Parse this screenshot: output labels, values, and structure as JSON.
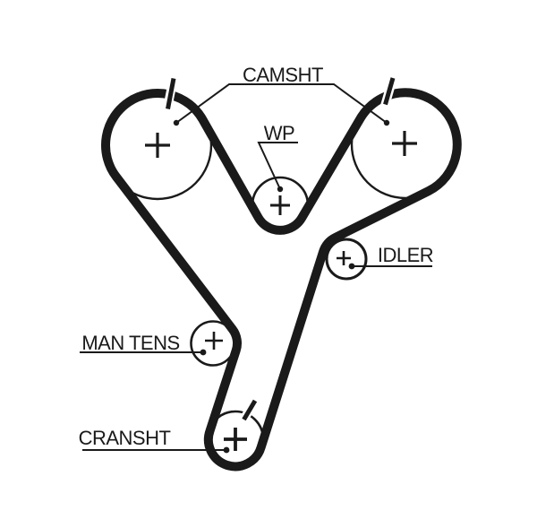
{
  "diagram": {
    "type": "timing-belt-routing-diagram",
    "background_color": "#ffffff",
    "ink_color": "#1a1a1a",
    "labels": {
      "camshaft": "CAMSHT",
      "water_pump": "WP",
      "idler": "IDLER",
      "manual_tensioner": "MAN TENS",
      "crankshaft": "CRANSHT"
    },
    "pulleys": [
      {
        "id": "camshaft-left",
        "label": "CAMSHT",
        "center_mark": "+",
        "has_timing_mark": true
      },
      {
        "id": "camshaft-right",
        "label": "CAMSHT",
        "center_mark": "+",
        "has_timing_mark": true
      },
      {
        "id": "water-pump",
        "label": "WP",
        "center_mark": "+",
        "has_timing_mark": false
      },
      {
        "id": "idler",
        "label": "IDLER",
        "center_mark": "+",
        "has_timing_mark": false
      },
      {
        "id": "manual-tensioner",
        "label": "MAN TENS",
        "center_mark": "+",
        "has_timing_mark": false
      },
      {
        "id": "crankshaft",
        "label": "CRANSHT",
        "center_mark": "+",
        "has_timing_mark": true
      }
    ]
  }
}
